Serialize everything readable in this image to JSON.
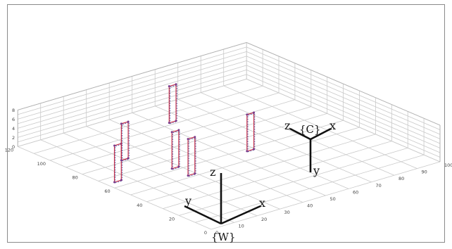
{
  "chart_data": {
    "type": "scatter",
    "title": "",
    "xlabel": "",
    "ylabel": "",
    "zlabel": "",
    "xlim": [
      0,
      100
    ],
    "ylim": [
      0,
      120
    ],
    "zlim": [
      0,
      8
    ],
    "x_ticks": [
      "0",
      "10",
      "20",
      "30",
      "40",
      "50",
      "60",
      "70",
      "80",
      "90",
      "100"
    ],
    "y_ticks": [
      "0",
      "20",
      "40",
      "60",
      "80",
      "100",
      "120"
    ],
    "z_ticks": [
      "0",
      "2",
      "4",
      "6",
      "8"
    ],
    "grid": true,
    "world_frame": {
      "name": "{W}",
      "axes": [
        "x",
        "y",
        "z"
      ]
    },
    "camera_frame": {
      "name": "{C}",
      "axes": [
        "x",
        "y",
        "z"
      ]
    },
    "series": [
      {
        "color": "#c8324a",
        "style": "solid"
      },
      {
        "color": "#5a5aa8",
        "style": "dashed"
      }
    ],
    "rectangles": [
      {
        "x_center": 5,
        "y_center": 65,
        "z_range": [
          0,
          8
        ]
      },
      {
        "x_center": 20,
        "y_center": 82,
        "z_range": [
          0,
          8
        ]
      },
      {
        "x_center": 28,
        "y_center": 62,
        "z_range": [
          0,
          8
        ]
      },
      {
        "x_center": 28,
        "y_center": 52,
        "z_range": [
          0,
          8
        ]
      },
      {
        "x_center": 55,
        "y_center": 102,
        "z_range": [
          0,
          8
        ]
      },
      {
        "x_center": 58,
        "y_center": 58,
        "z_range": [
          0,
          8
        ]
      }
    ]
  }
}
